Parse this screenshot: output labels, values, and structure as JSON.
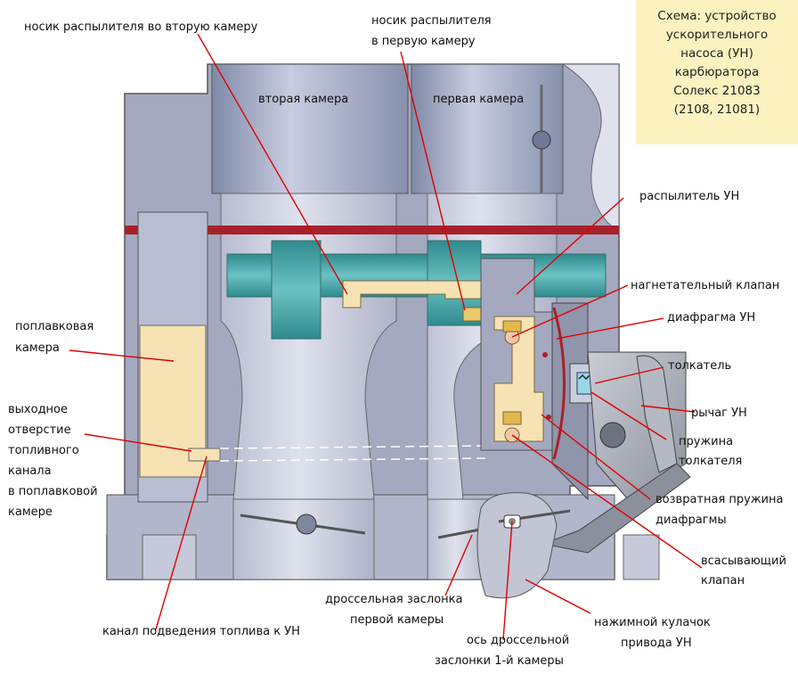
{
  "title_lines": [
    "Схема: устройство",
    "ускорительного",
    "насоса (УН)",
    "карбюратора",
    "Солекс 21083",
    "(2108, 21081)"
  ],
  "chamber_labels": {
    "second": "вторая камера",
    "first": "первая камера"
  },
  "labels": {
    "nozzle_second": "носик распылителя во вторую камеру",
    "nozzle_first_1": "носик распылителя",
    "nozzle_first_2": "в первую камеру",
    "sprayer": "распылитель УН",
    "delivery_valve": "нагнетательный клапан",
    "diaphragm": "диафрагма УН",
    "pusher": "толкатель",
    "lever": "рычаг УН",
    "pusher_spring_1": "пружина",
    "pusher_spring_2": "толкателя",
    "return_spring_1": "возвратная пружина",
    "return_spring_2": "диафрагмы",
    "suction_valve_1": "всасывающий",
    "suction_valve_2": "клапан",
    "cam_1": "нажимной кулачок",
    "cam_2": "привода УН",
    "axis_1": "ось дроссельной",
    "axis_2": "заслонки 1-й камеры",
    "throttle_1": "дроссельная заслонка",
    "throttle_2": "первой камеры",
    "supply_channel": "канал подведения топлива к УН",
    "float_1": "поплавковая",
    "float_2": "камера",
    "outlet_1": "выходное",
    "outlet_2": "отверстие",
    "outlet_3": "топливного",
    "outlet_4": "канала",
    "outlet_5": "в поплавковой",
    "outlet_6": "камере"
  },
  "colors": {
    "body": "#a9aec6",
    "body_dark": "#7c8298",
    "fuel": "#f6e2b3",
    "teal": "#3d9a9c",
    "red_band": "#a8202a",
    "leader": "#e00000",
    "title_bg": "#fbf2c0"
  }
}
